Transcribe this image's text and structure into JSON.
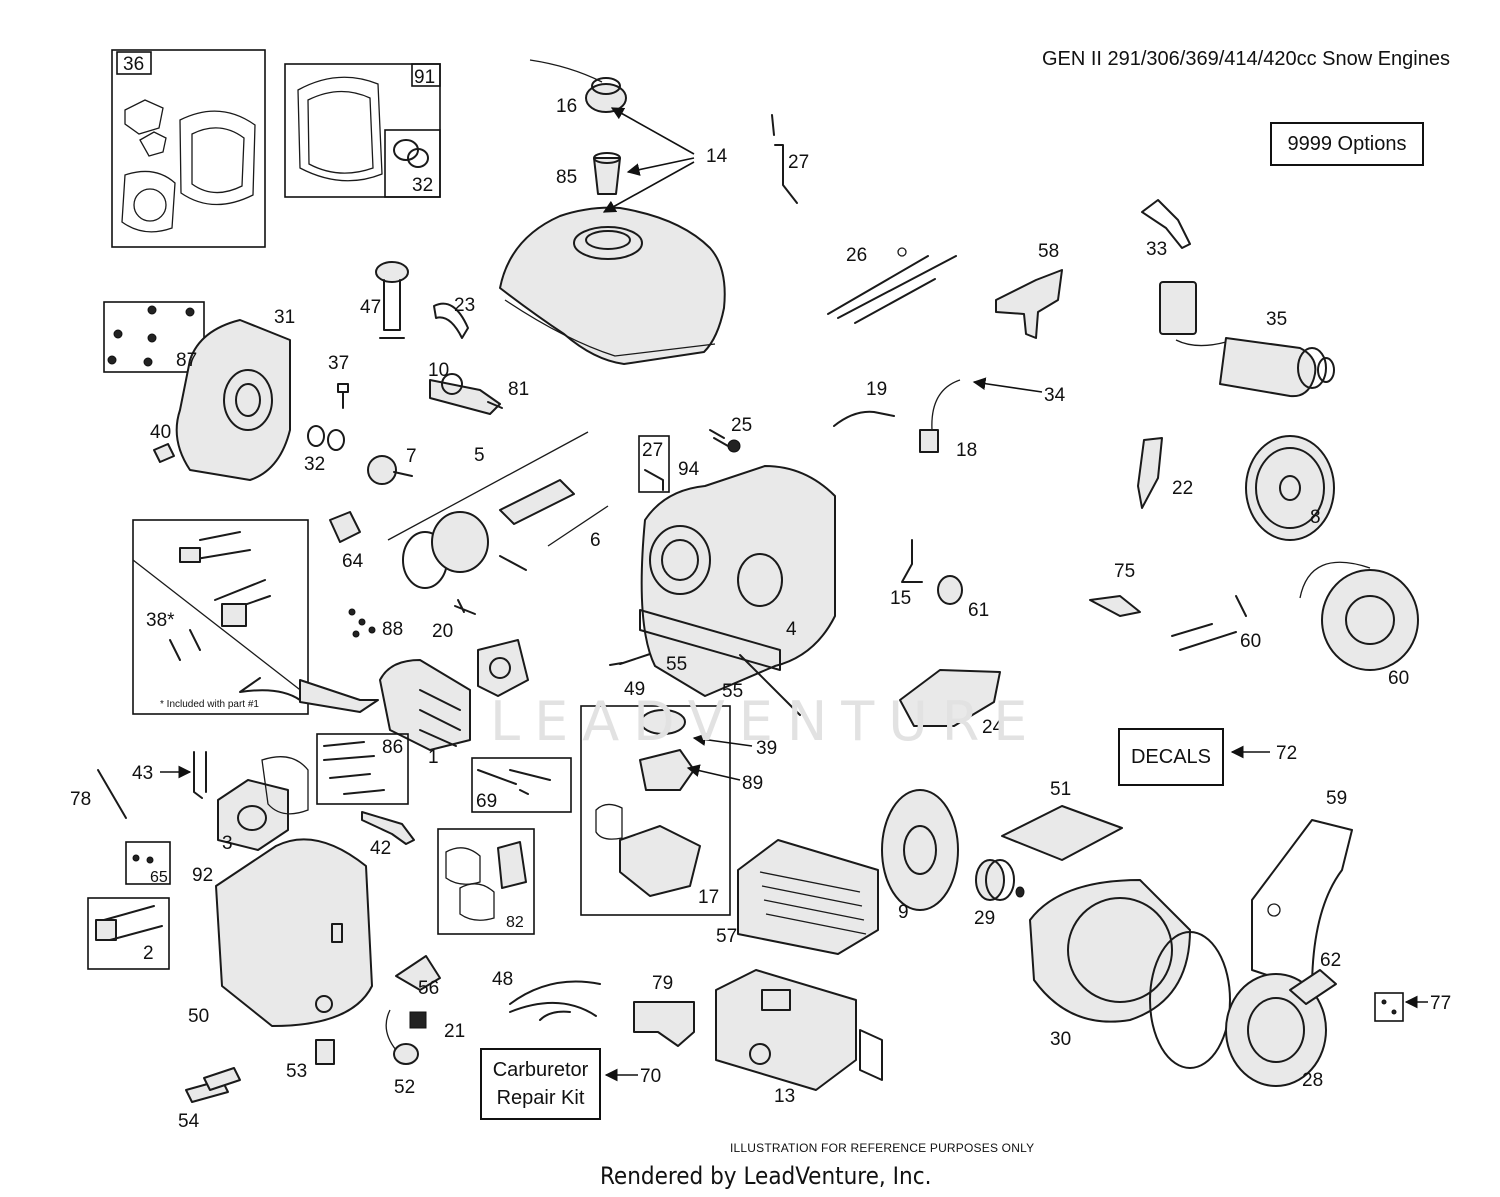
{
  "header": {
    "title": "GEN II 291/306/369/414/420cc Snow Engines",
    "options_label": "9999  Options"
  },
  "boxes": {
    "decals_label": "DECALS",
    "carb_kit_label": "Carburetor\nRepair Kit"
  },
  "inset_note": "* Included with part #1",
  "watermark": "LEADVENTURE",
  "footer": {
    "disclaimer": "ILLUSTRATION FOR REFERENCE PURPOSES ONLY",
    "rendered_by": "Rendered by LeadVenture, Inc."
  },
  "callouts": [
    "36",
    "91",
    "32",
    "16",
    "85",
    "14",
    "27",
    "9999",
    "33",
    "26",
    "58",
    "35",
    "47",
    "23",
    "31",
    "87",
    "37",
    "10",
    "81",
    "40",
    "32",
    "7",
    "5",
    "25",
    "27",
    "94",
    "19",
    "34",
    "18",
    "22",
    "8",
    "6",
    "64",
    "38*",
    "88",
    "20",
    "55",
    "4",
    "15",
    "61",
    "75",
    "60",
    "60",
    "49",
    "55",
    "1",
    "39",
    "89",
    "24",
    "72",
    "43",
    "78",
    "86",
    "3",
    "69",
    "42",
    "65",
    "92",
    "17",
    "51",
    "59",
    "9",
    "29",
    "57",
    "2",
    "50",
    "48",
    "56",
    "79",
    "21",
    "53",
    "52",
    "13",
    "30",
    "62",
    "77",
    "28",
    "54",
    "70",
    "82"
  ]
}
